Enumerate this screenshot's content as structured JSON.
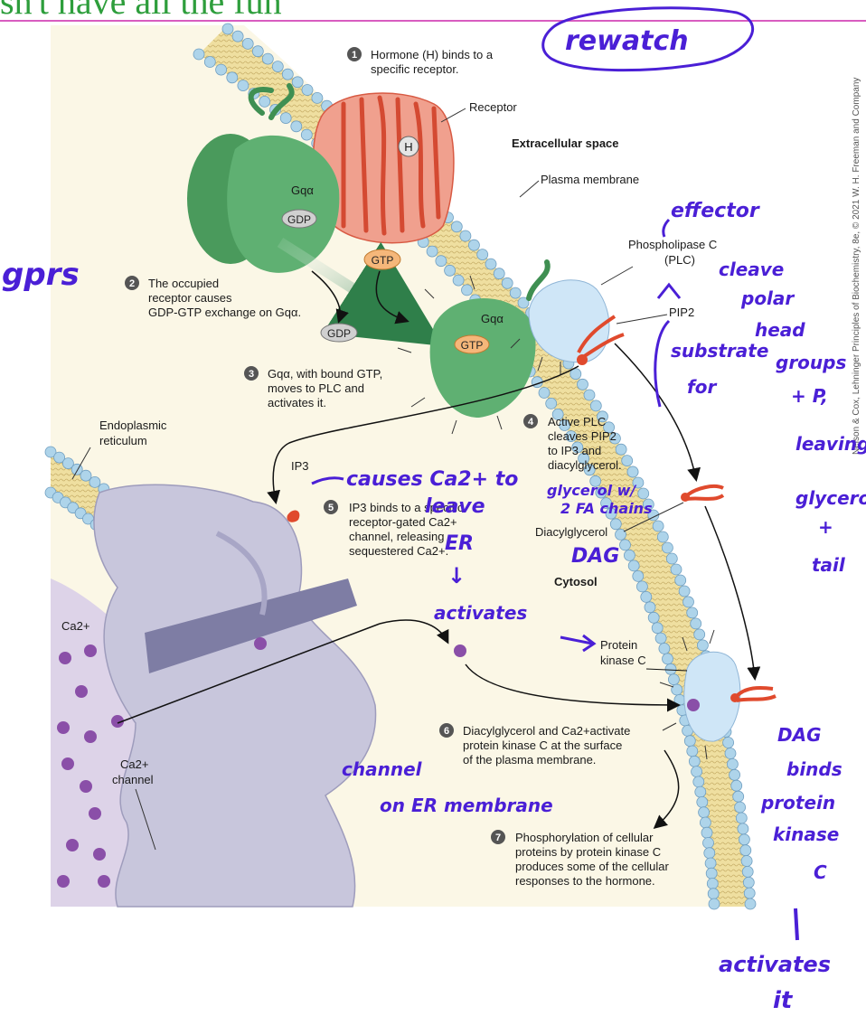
{
  "banner": {
    "text": "sn't have all the fun"
  },
  "credit": "Nelson & Cox, Lehninger Principles of Biochemistry, 8e, © 2021 W. H. Freeman and Company",
  "labels": {
    "hormone_h": "H",
    "receptor": "Receptor",
    "extracellular": "Extracellular space",
    "plasma_membrane": "Plasma membrane",
    "g_alpha": "Gqα",
    "gdp": "GDP",
    "gtp": "GTP",
    "plc": "Phospholipase C",
    "plc_abbr": "(PLC)",
    "pip2": "PIP2",
    "er_line1": "Endoplasmic",
    "er_line2": "reticulum",
    "ip3": "IP3",
    "diacylglycerol": "Diacylglycerol",
    "cytosol": "Cytosol",
    "pkc_line1": "Protein",
    "pkc_line2": "kinase C",
    "ca_ion": "Ca2+",
    "ca_channel_line1": "Ca2+",
    "ca_channel_line2": "channel"
  },
  "steps": [
    {
      "n": "1",
      "lines": [
        "Hormone (H) binds to a",
        "specific receptor."
      ]
    },
    {
      "n": "2",
      "lines": [
        "The occupied",
        "receptor causes",
        "GDP-GTP exchange on Gqα."
      ]
    },
    {
      "n": "3",
      "lines": [
        "Gqα, with bound GTP,",
        "moves to PLC and",
        "activates it."
      ]
    },
    {
      "n": "4",
      "lines": [
        "Active PLC",
        "cleaves PIP2",
        "to IP3 and",
        "diacylglycerol."
      ]
    },
    {
      "n": "5",
      "lines": [
        "IP3 binds to a specific",
        "receptor-gated Ca2+",
        "channel, releasing",
        "sequestered Ca2+."
      ]
    },
    {
      "n": "6",
      "lines": [
        "Diacylglycerol and Ca2+activate",
        "protein kinase C at the surface",
        "of the plasma membrane."
      ]
    },
    {
      "n": "7",
      "lines": [
        "Phosphorylation of cellular",
        "proteins by protein kinase C",
        "produces some of the cellular",
        "responses to the hormone."
      ]
    }
  ],
  "notes": {
    "rewatch": "rewatch",
    "gprs": "gprs",
    "effector": "effector",
    "cleave": [
      "cleave",
      "polar",
      "head",
      "groups",
      "+ P,",
      "leaving",
      "glycerol",
      "+",
      "tail"
    ],
    "substrate": [
      "substrate",
      "for"
    ],
    "causes": "causes Ca2+ to",
    "leave": "leave",
    "er": "ER",
    "down_arrow": "↓",
    "activates": "activates",
    "glycerol_fa": [
      "glycerol w/",
      "2 FA chains"
    ],
    "dag": "DAG",
    "channel": [
      "channel",
      "on ER membrane"
    ],
    "dag_binds": [
      "DAG",
      "binds",
      "protein",
      "kinase",
      "C"
    ],
    "activates_it": [
      "activates",
      "it"
    ]
  },
  "colors": {
    "membrane_fill": "#efdfa0",
    "lipid_head": "#aed4ea",
    "cytosol": "#fbf7e6",
    "er_lumen": "#ddd3e8",
    "g_protein": "#5fb072",
    "receptor": "#e8735a",
    "plc": "#cfe6f7",
    "ca_ion": "#8a4fa8",
    "ink": "#4a1fd6"
  }
}
